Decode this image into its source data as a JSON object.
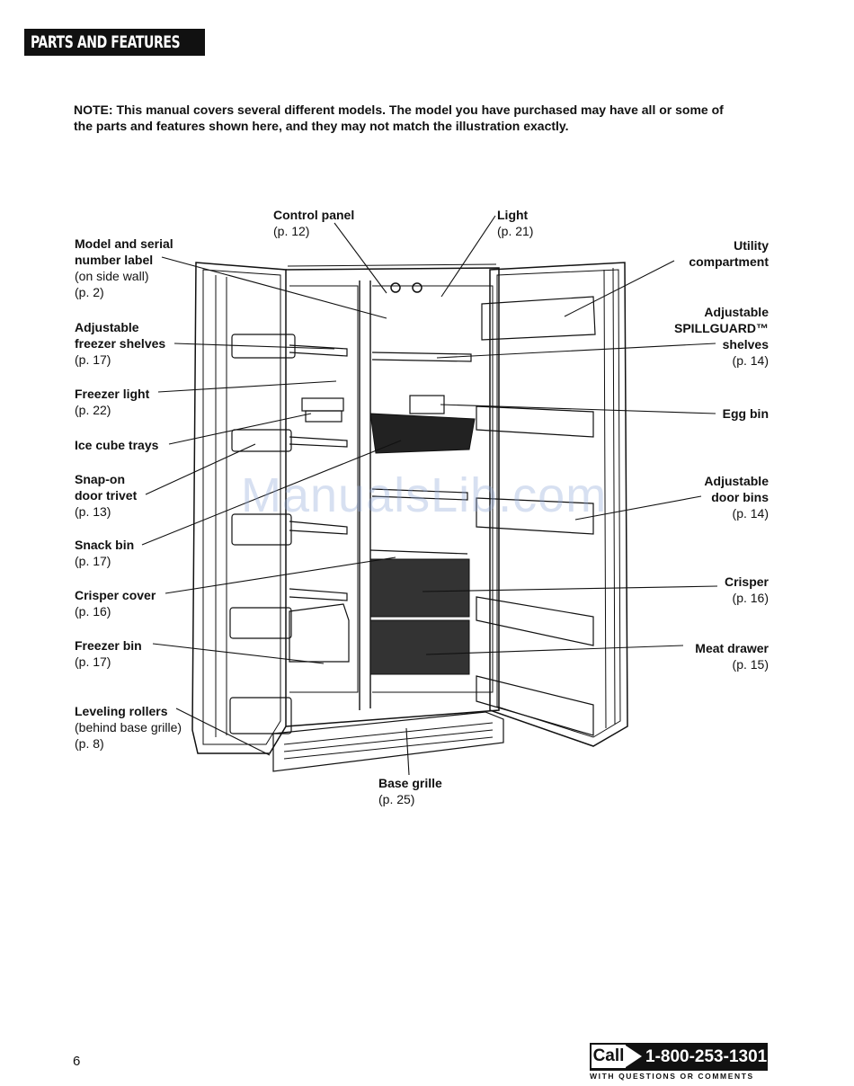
{
  "header": {
    "title": "PARTS AND FEATURES"
  },
  "note": "NOTE: This manual covers several different models. The model you have purchased may have all or some of the parts and features shown here, and they may not match the illustration exactly.",
  "labels": {
    "control_panel": {
      "title": "Control panel",
      "page": "(p. 12)"
    },
    "light": {
      "title": "Light",
      "page": "(p. 21)"
    },
    "model_serial": {
      "title1": "Model and serial",
      "title2": "number label",
      "sub": "(on side wall)",
      "page": "(p. 2)"
    },
    "freezer_shelves": {
      "title1": "Adjustable",
      "title2": "freezer shelves",
      "page": "(p. 17)"
    },
    "freezer_light": {
      "title": "Freezer light",
      "page": "(p. 22)"
    },
    "ice_cube_trays": {
      "title": "Ice cube trays"
    },
    "snap_on_trivet": {
      "title1": "Snap-on",
      "title2": "door trivet",
      "page": "(p. 13)"
    },
    "snack_bin": {
      "title": "Snack bin",
      "page": "(p. 17)"
    },
    "crisper_cover": {
      "title": "Crisper cover",
      "page": "(p. 16)"
    },
    "freezer_bin": {
      "title": "Freezer bin",
      "page": "(p. 17)"
    },
    "leveling_rollers": {
      "title": "Leveling rollers",
      "sub": "(behind base grille)",
      "page": "(p. 8)"
    },
    "base_grille": {
      "title": "Base grille",
      "page": "(p. 25)"
    },
    "utility_compartment": {
      "title1": "Utility",
      "title2": "compartment"
    },
    "spillguard_shelves": {
      "title1": "Adjustable",
      "title2": "SPILLGUARD™",
      "title3": "shelves",
      "page": "(p. 14)"
    },
    "egg_bin": {
      "title": "Egg bin"
    },
    "door_bins": {
      "title1": "Adjustable",
      "title2": "door bins",
      "page": "(p. 14)"
    },
    "crisper": {
      "title": "Crisper",
      "page": "(p. 16)"
    },
    "meat_drawer": {
      "title": "Meat drawer",
      "page": "(p. 15)"
    }
  },
  "watermark": "ManualsLib.com",
  "footer": {
    "page_number": "6",
    "call_word": "Call",
    "phone": "1-800-253-1301",
    "sub": "WITH QUESTIONS OR COMMENTS"
  }
}
